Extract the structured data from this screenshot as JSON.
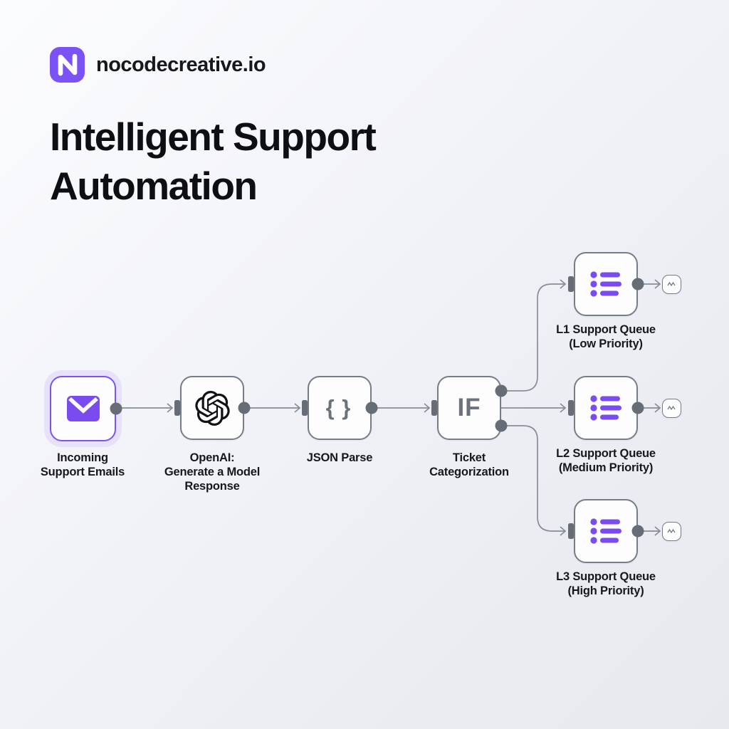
{
  "brand": {
    "name": "nocodecreative.io",
    "logo_letter": "N",
    "logo_color": "#7B52F5"
  },
  "title": "Intelligent Support\nAutomation",
  "workflow": {
    "nodes": [
      {
        "id": "incoming-support-emails",
        "label": "Incoming\nSupport Emails",
        "icon": "envelope-icon",
        "selected": true
      },
      {
        "id": "openai-generate-model-response",
        "label": "OpenAI:\nGenerate a Model\nResponse",
        "icon": "openai-icon"
      },
      {
        "id": "json-parse",
        "label": "JSON Parse",
        "icon": "curly-braces-icon"
      },
      {
        "id": "ticket-categorization-if",
        "label": "Ticket\nCategorization",
        "icon": "if-text",
        "icon_text": "IF"
      },
      {
        "id": "l1-support-queue",
        "label": "L1 Support Queue\n(Low Priority)",
        "icon": "bullet-list-icon"
      },
      {
        "id": "l2-support-queue",
        "label": "L2 Support Queue\n(Medium Priority)",
        "icon": "bullet-list-icon"
      },
      {
        "id": "l3-support-queue",
        "label": "L3 Support Queue\n(High Priority)",
        "icon": "bullet-list-icon"
      }
    ],
    "mini_nodes": [
      {
        "id": "l1-next-step",
        "icon": "squiggle-icon"
      },
      {
        "id": "l2-next-step",
        "icon": "squiggle-icon"
      },
      {
        "id": "l3-next-step",
        "icon": "squiggle-icon"
      }
    ],
    "connections": [
      {
        "from": "incoming-support-emails",
        "to": "openai-generate-model-response"
      },
      {
        "from": "openai-generate-model-response",
        "to": "json-parse"
      },
      {
        "from": "json-parse",
        "to": "ticket-categorization-if"
      },
      {
        "from": "ticket-categorization-if",
        "to": "l1-support-queue",
        "branch": "top"
      },
      {
        "from": "ticket-categorization-if",
        "to": "l2-support-queue",
        "branch": "middle"
      },
      {
        "from": "ticket-categorization-if",
        "to": "l3-support-queue",
        "branch": "bottom"
      },
      {
        "from": "l1-support-queue",
        "to": "l1-next-step"
      },
      {
        "from": "l2-support-queue",
        "to": "l2-next-step"
      },
      {
        "from": "l3-support-queue",
        "to": "l3-next-step"
      }
    ]
  },
  "colors": {
    "accent_purple": "#7B52F5",
    "icon_purple": "#7A4CF0",
    "port_grey": "#666d77",
    "wire_grey": "#878d96",
    "node_border": "#767d87",
    "text_dark": "#17181c"
  }
}
